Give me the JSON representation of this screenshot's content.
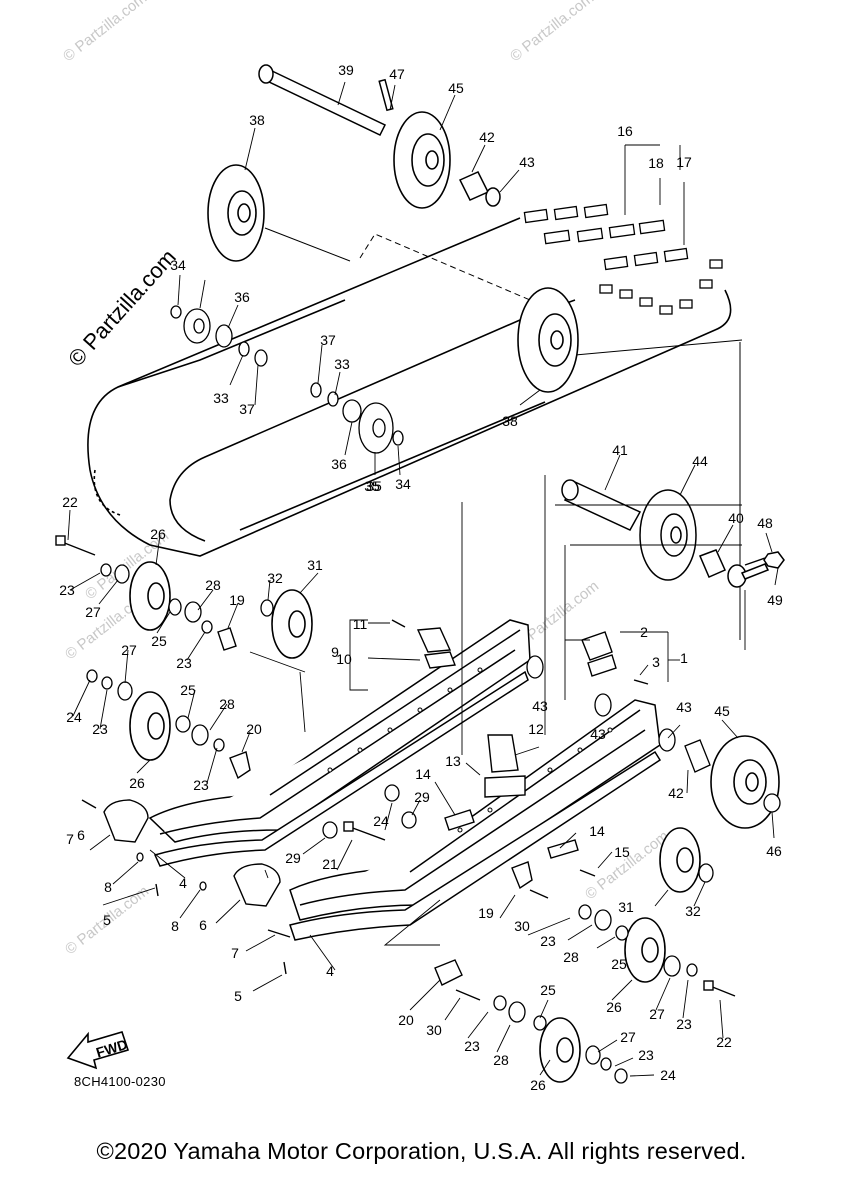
{
  "watermark_main": "© Partzilla.com",
  "watermark_faint": "© Partzilla.com",
  "fwd_label": "FWD",
  "part_code": "8CH4100-0230",
  "copyright": "©2020 Yamaha Motor Corporation, U.S.A. All rights reserved.",
  "callouts": [
    {
      "num": "1"
    },
    {
      "num": "2"
    },
    {
      "num": "3"
    },
    {
      "num": "4"
    },
    {
      "num": "4"
    },
    {
      "num": "5"
    },
    {
      "num": "5"
    },
    {
      "num": "6"
    },
    {
      "num": "6"
    },
    {
      "num": "7"
    },
    {
      "num": "7"
    },
    {
      "num": "8"
    },
    {
      "num": "8"
    },
    {
      "num": "9"
    },
    {
      "num": "10"
    },
    {
      "num": "11"
    },
    {
      "num": "12"
    },
    {
      "num": "13"
    },
    {
      "num": "14"
    },
    {
      "num": "14"
    },
    {
      "num": "15"
    },
    {
      "num": "16"
    },
    {
      "num": "17"
    },
    {
      "num": "18"
    },
    {
      "num": "19"
    },
    {
      "num": "19"
    },
    {
      "num": "20"
    },
    {
      "num": "20"
    },
    {
      "num": "21"
    },
    {
      "num": "22"
    },
    {
      "num": "22"
    },
    {
      "num": "23"
    },
    {
      "num": "23"
    },
    {
      "num": "23"
    },
    {
      "num": "23"
    },
    {
      "num": "23"
    },
    {
      "num": "23"
    },
    {
      "num": "23"
    },
    {
      "num": "23"
    },
    {
      "num": "24"
    },
    {
      "num": "24"
    },
    {
      "num": "24"
    },
    {
      "num": "25"
    },
    {
      "num": "25"
    },
    {
      "num": "25"
    },
    {
      "num": "25"
    },
    {
      "num": "26"
    },
    {
      "num": "26"
    },
    {
      "num": "26"
    },
    {
      "num": "26"
    },
    {
      "num": "27"
    },
    {
      "num": "27"
    },
    {
      "num": "27"
    },
    {
      "num": "27"
    },
    {
      "num": "28"
    },
    {
      "num": "28"
    },
    {
      "num": "28"
    },
    {
      "num": "28"
    },
    {
      "num": "29"
    },
    {
      "num": "29"
    },
    {
      "num": "30"
    },
    {
      "num": "30"
    },
    {
      "num": "31"
    },
    {
      "num": "31"
    },
    {
      "num": "32"
    },
    {
      "num": "32"
    },
    {
      "num": "33"
    },
    {
      "num": "33"
    },
    {
      "num": "34"
    },
    {
      "num": "34"
    },
    {
      "num": "35"
    },
    {
      "num": "35"
    },
    {
      "num": "36"
    },
    {
      "num": "36"
    },
    {
      "num": "37"
    },
    {
      "num": "37"
    },
    {
      "num": "38"
    },
    {
      "num": "38"
    },
    {
      "num": "39"
    },
    {
      "num": "40"
    },
    {
      "num": "41"
    },
    {
      "num": "42"
    },
    {
      "num": "42"
    },
    {
      "num": "43"
    },
    {
      "num": "43"
    },
    {
      "num": "43"
    },
    {
      "num": "43"
    },
    {
      "num": "44"
    },
    {
      "num": "45"
    },
    {
      "num": "45"
    },
    {
      "num": "46"
    },
    {
      "num": "47"
    },
    {
      "num": "48"
    },
    {
      "num": "49"
    }
  ]
}
